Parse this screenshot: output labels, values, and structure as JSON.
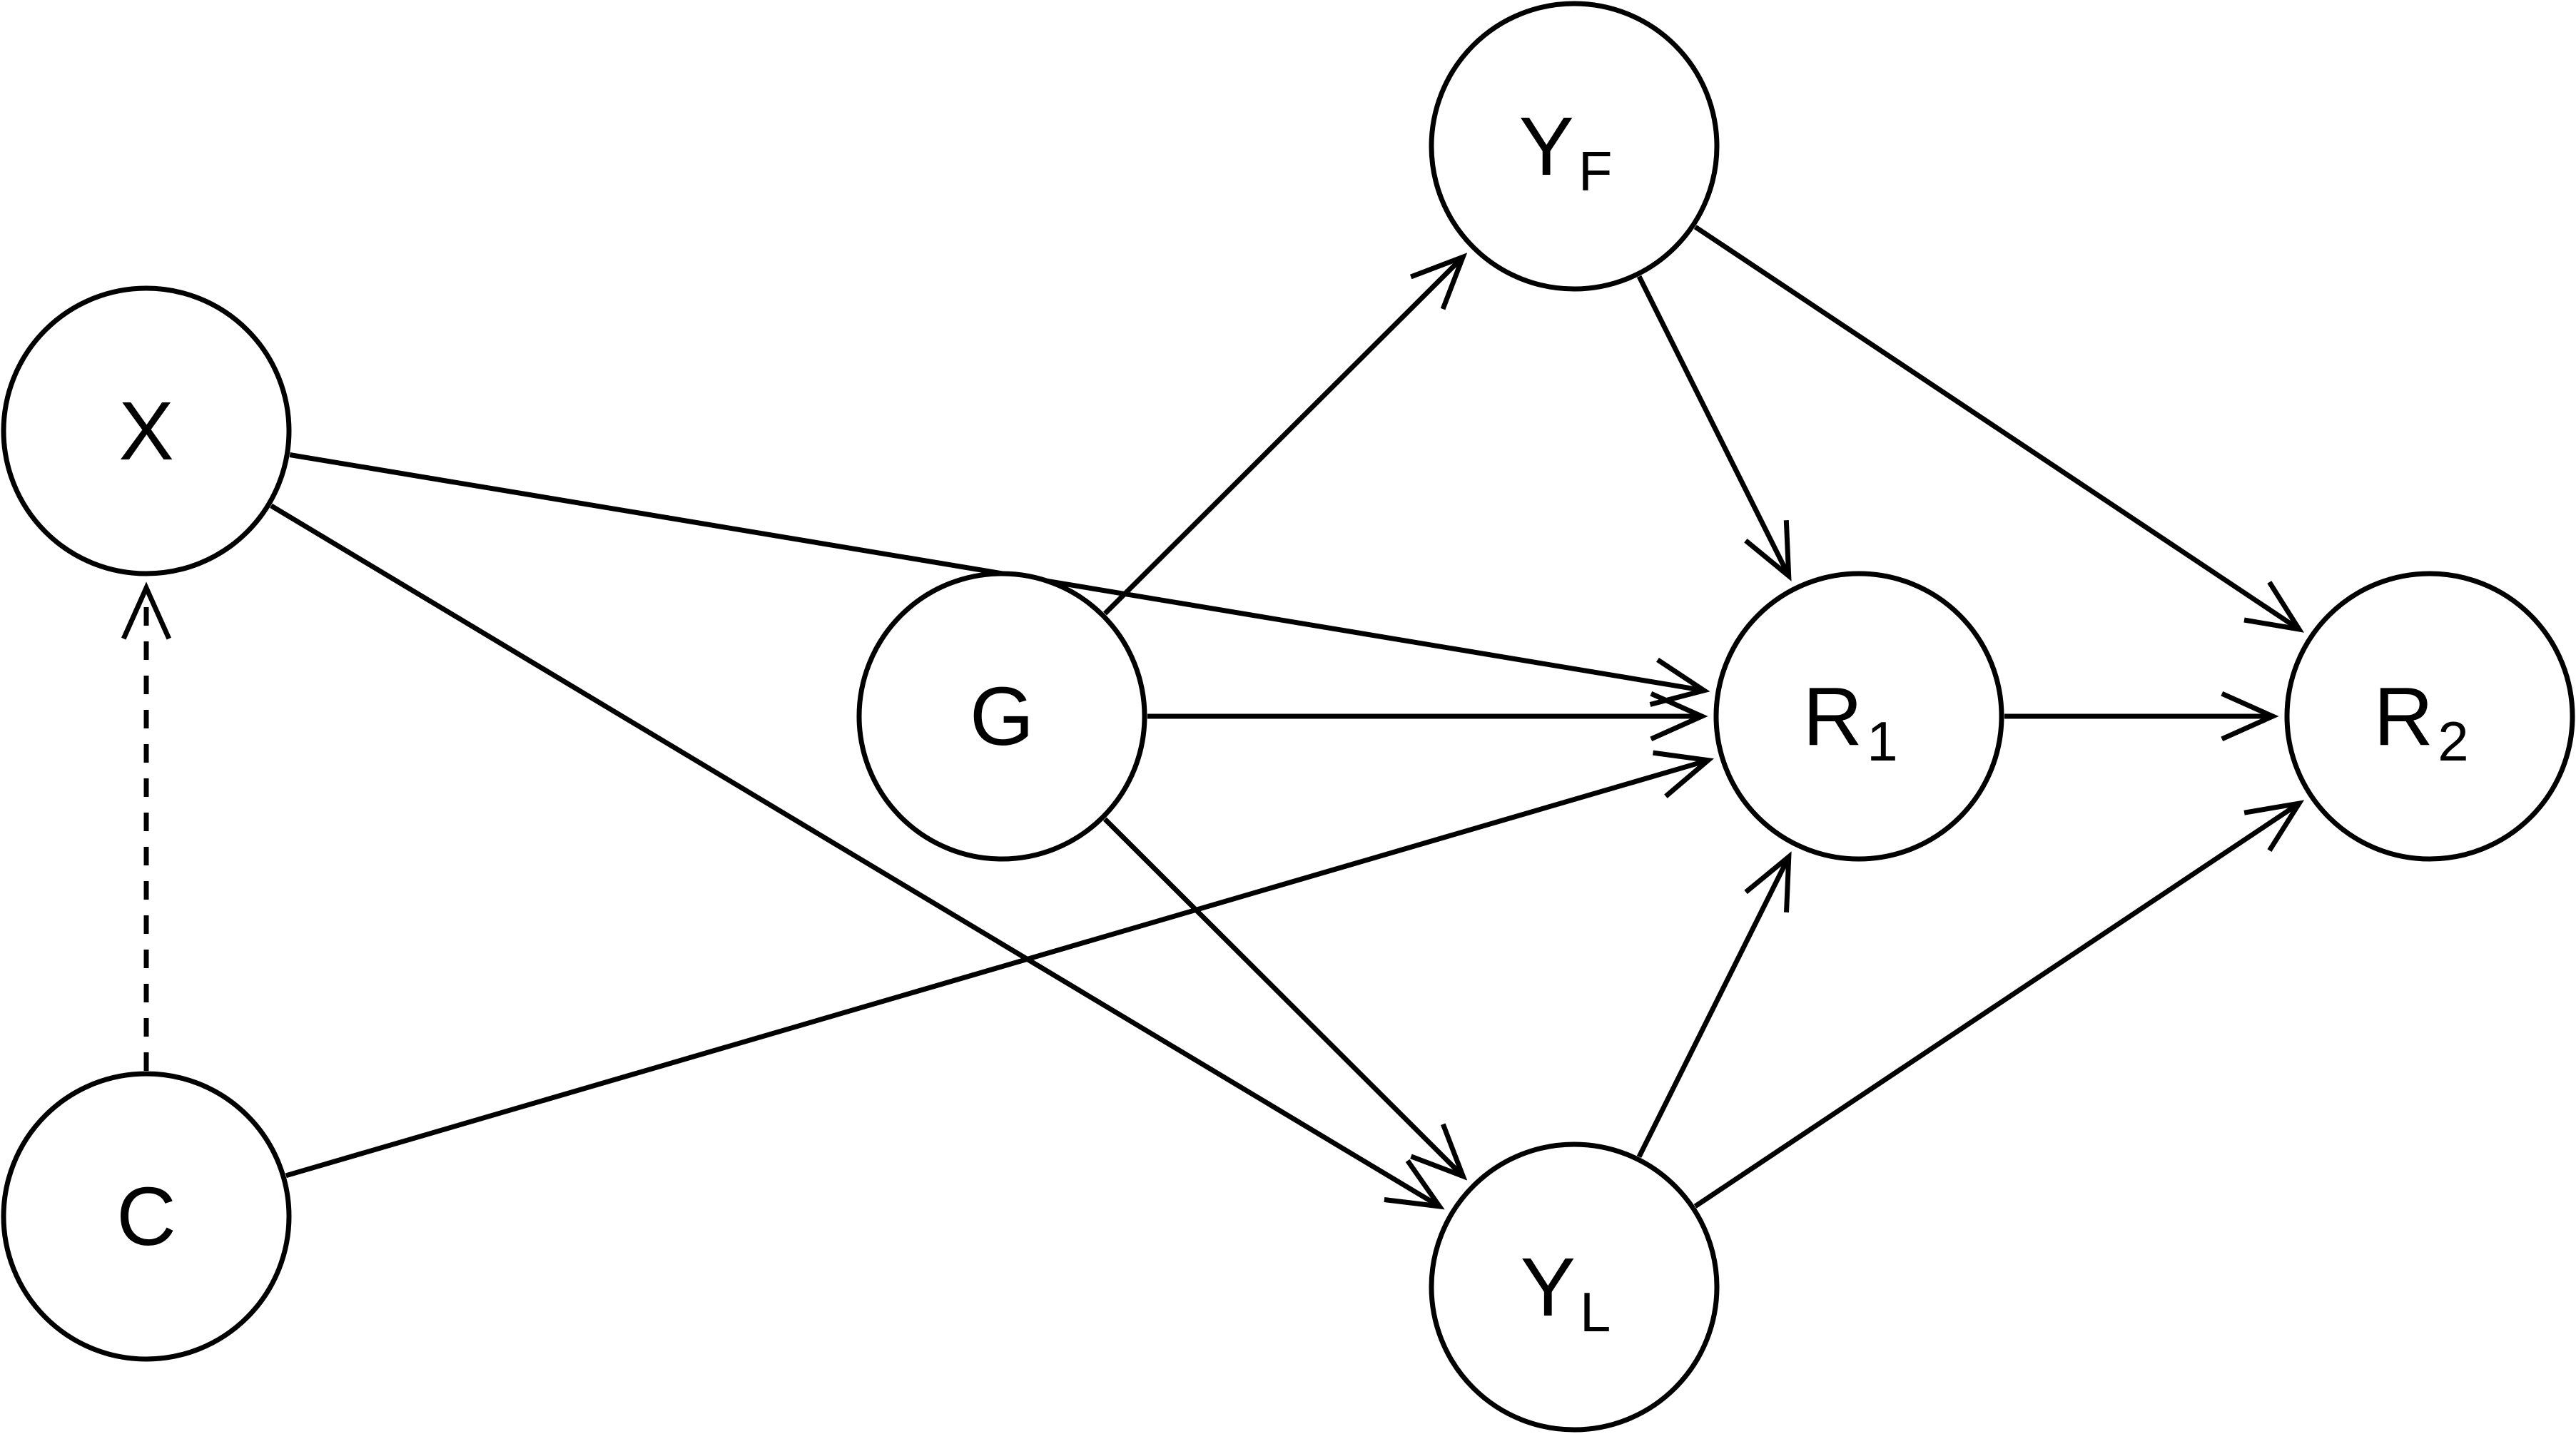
{
  "nodes": [
    {
      "id": "X",
      "label": "X",
      "sub": ""
    },
    {
      "id": "C",
      "label": "C",
      "sub": ""
    },
    {
      "id": "G",
      "label": "G",
      "sub": ""
    },
    {
      "id": "YF",
      "label": "Y",
      "sub": "F"
    },
    {
      "id": "YL",
      "label": "Y",
      "sub": "L"
    },
    {
      "id": "R1",
      "label": "R",
      "sub": "1"
    },
    {
      "id": "R2",
      "label": "R",
      "sub": "2"
    }
  ],
  "edges": [
    {
      "from": "C",
      "to": "X",
      "style": "dashed"
    },
    {
      "from": "X",
      "to": "R1",
      "style": "solid"
    },
    {
      "from": "X",
      "to": "YL",
      "style": "solid"
    },
    {
      "from": "G",
      "to": "YF",
      "style": "solid"
    },
    {
      "from": "G",
      "to": "R1",
      "style": "solid"
    },
    {
      "from": "G",
      "to": "YL",
      "style": "solid"
    },
    {
      "from": "C",
      "to": "R1",
      "style": "solid"
    },
    {
      "from": "YF",
      "to": "R1",
      "style": "solid"
    },
    {
      "from": "YF",
      "to": "R2",
      "style": "solid"
    },
    {
      "from": "YL",
      "to": "R1",
      "style": "solid"
    },
    {
      "from": "YL",
      "to": "R2",
      "style": "solid"
    },
    {
      "from": "R1",
      "to": "R2",
      "style": "solid"
    }
  ]
}
